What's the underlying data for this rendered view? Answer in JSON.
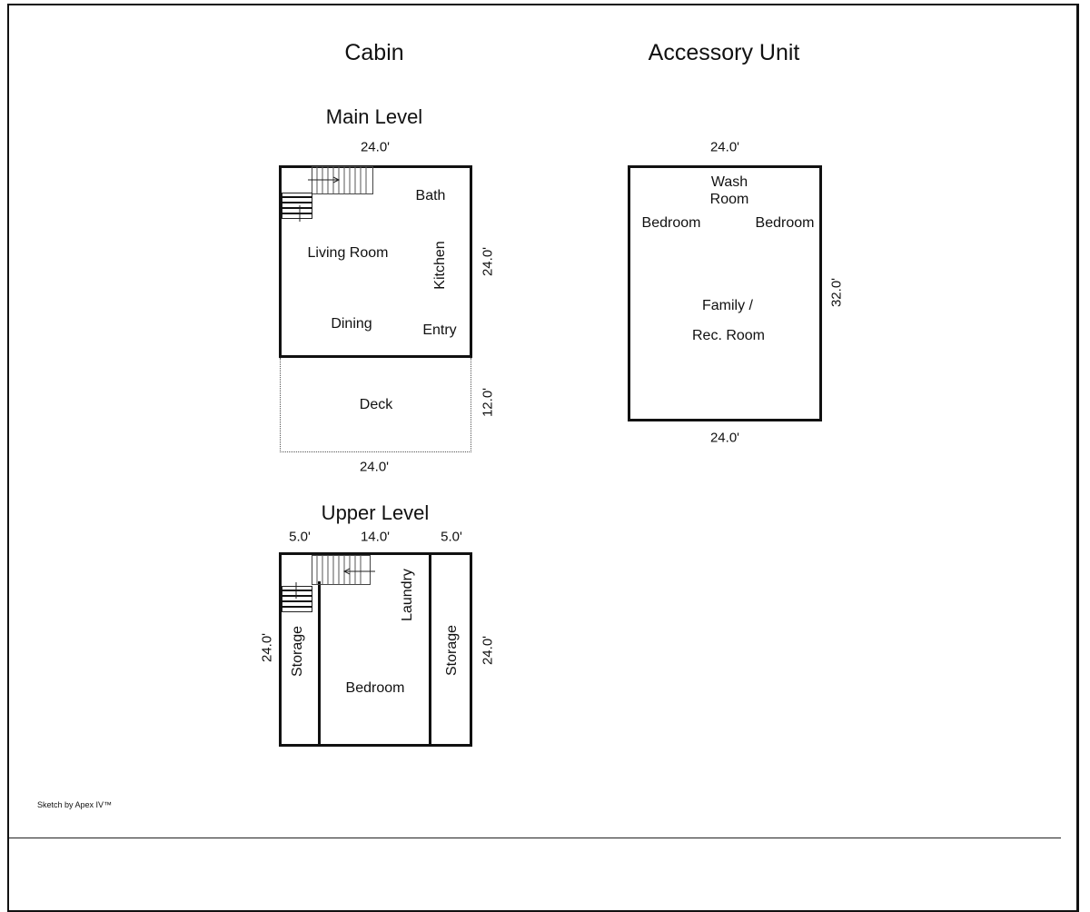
{
  "headings": {
    "cabin": "Cabin",
    "accessory_unit": "Accessory Unit"
  },
  "main_level": {
    "title": "Main Level",
    "dim_top": "24.0'",
    "dim_right": "24.0'",
    "rooms": {
      "bath": "Bath",
      "living_room": "Living Room",
      "kitchen": "Kitchen",
      "dining": "Dining",
      "entry": "Entry"
    },
    "deck": {
      "label": "Deck",
      "dim_right": "12.0'",
      "dim_bottom": "24.0'"
    }
  },
  "accessory": {
    "dim_top": "24.0'",
    "dim_right": "32.0'",
    "dim_bottom": "24.0'",
    "rooms": {
      "wash_line1": "Wash",
      "wash_line2": "Room",
      "bedroom_left": "Bedroom",
      "bedroom_right": "Bedroom",
      "family_line1": "Family /",
      "family_line2": "Rec. Room"
    }
  },
  "upper_level": {
    "title": "Upper Level",
    "dim_left_seg": "5.0'",
    "dim_mid_seg": "14.0'",
    "dim_right_seg": "5.0'",
    "dim_left_side": "24.0'",
    "dim_right_side": "24.0'",
    "rooms": {
      "storage_left": "Storage",
      "laundry": "Laundry",
      "storage_right": "Storage",
      "bedroom": "Bedroom"
    }
  },
  "credit": "Sketch by Apex IV™"
}
